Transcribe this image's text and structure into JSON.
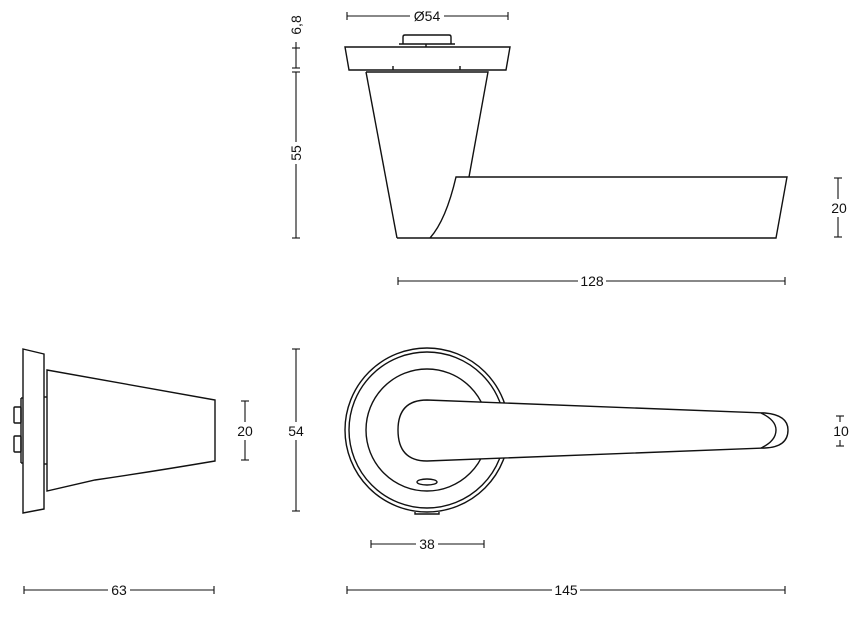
{
  "drawing": {
    "title": "Lever door handle on round rosette — dimensioned drawing",
    "line_color": "#111111",
    "background": "#ffffff",
    "views": {
      "side_view": {
        "dimensions": {
          "rosette_diameter": "Ø54",
          "rosette_thickness": "6,8",
          "neck_height": "55",
          "lever_height": "20",
          "lever_length": "128"
        }
      },
      "end_view": {
        "dimensions": {
          "lever_tip_height": "20",
          "projection": "63"
        }
      },
      "front_view": {
        "dimensions": {
          "rosette_diameter": "54",
          "lever_tip_width": "10",
          "neck_diameter": "38",
          "overall_length": "145"
        }
      }
    }
  }
}
